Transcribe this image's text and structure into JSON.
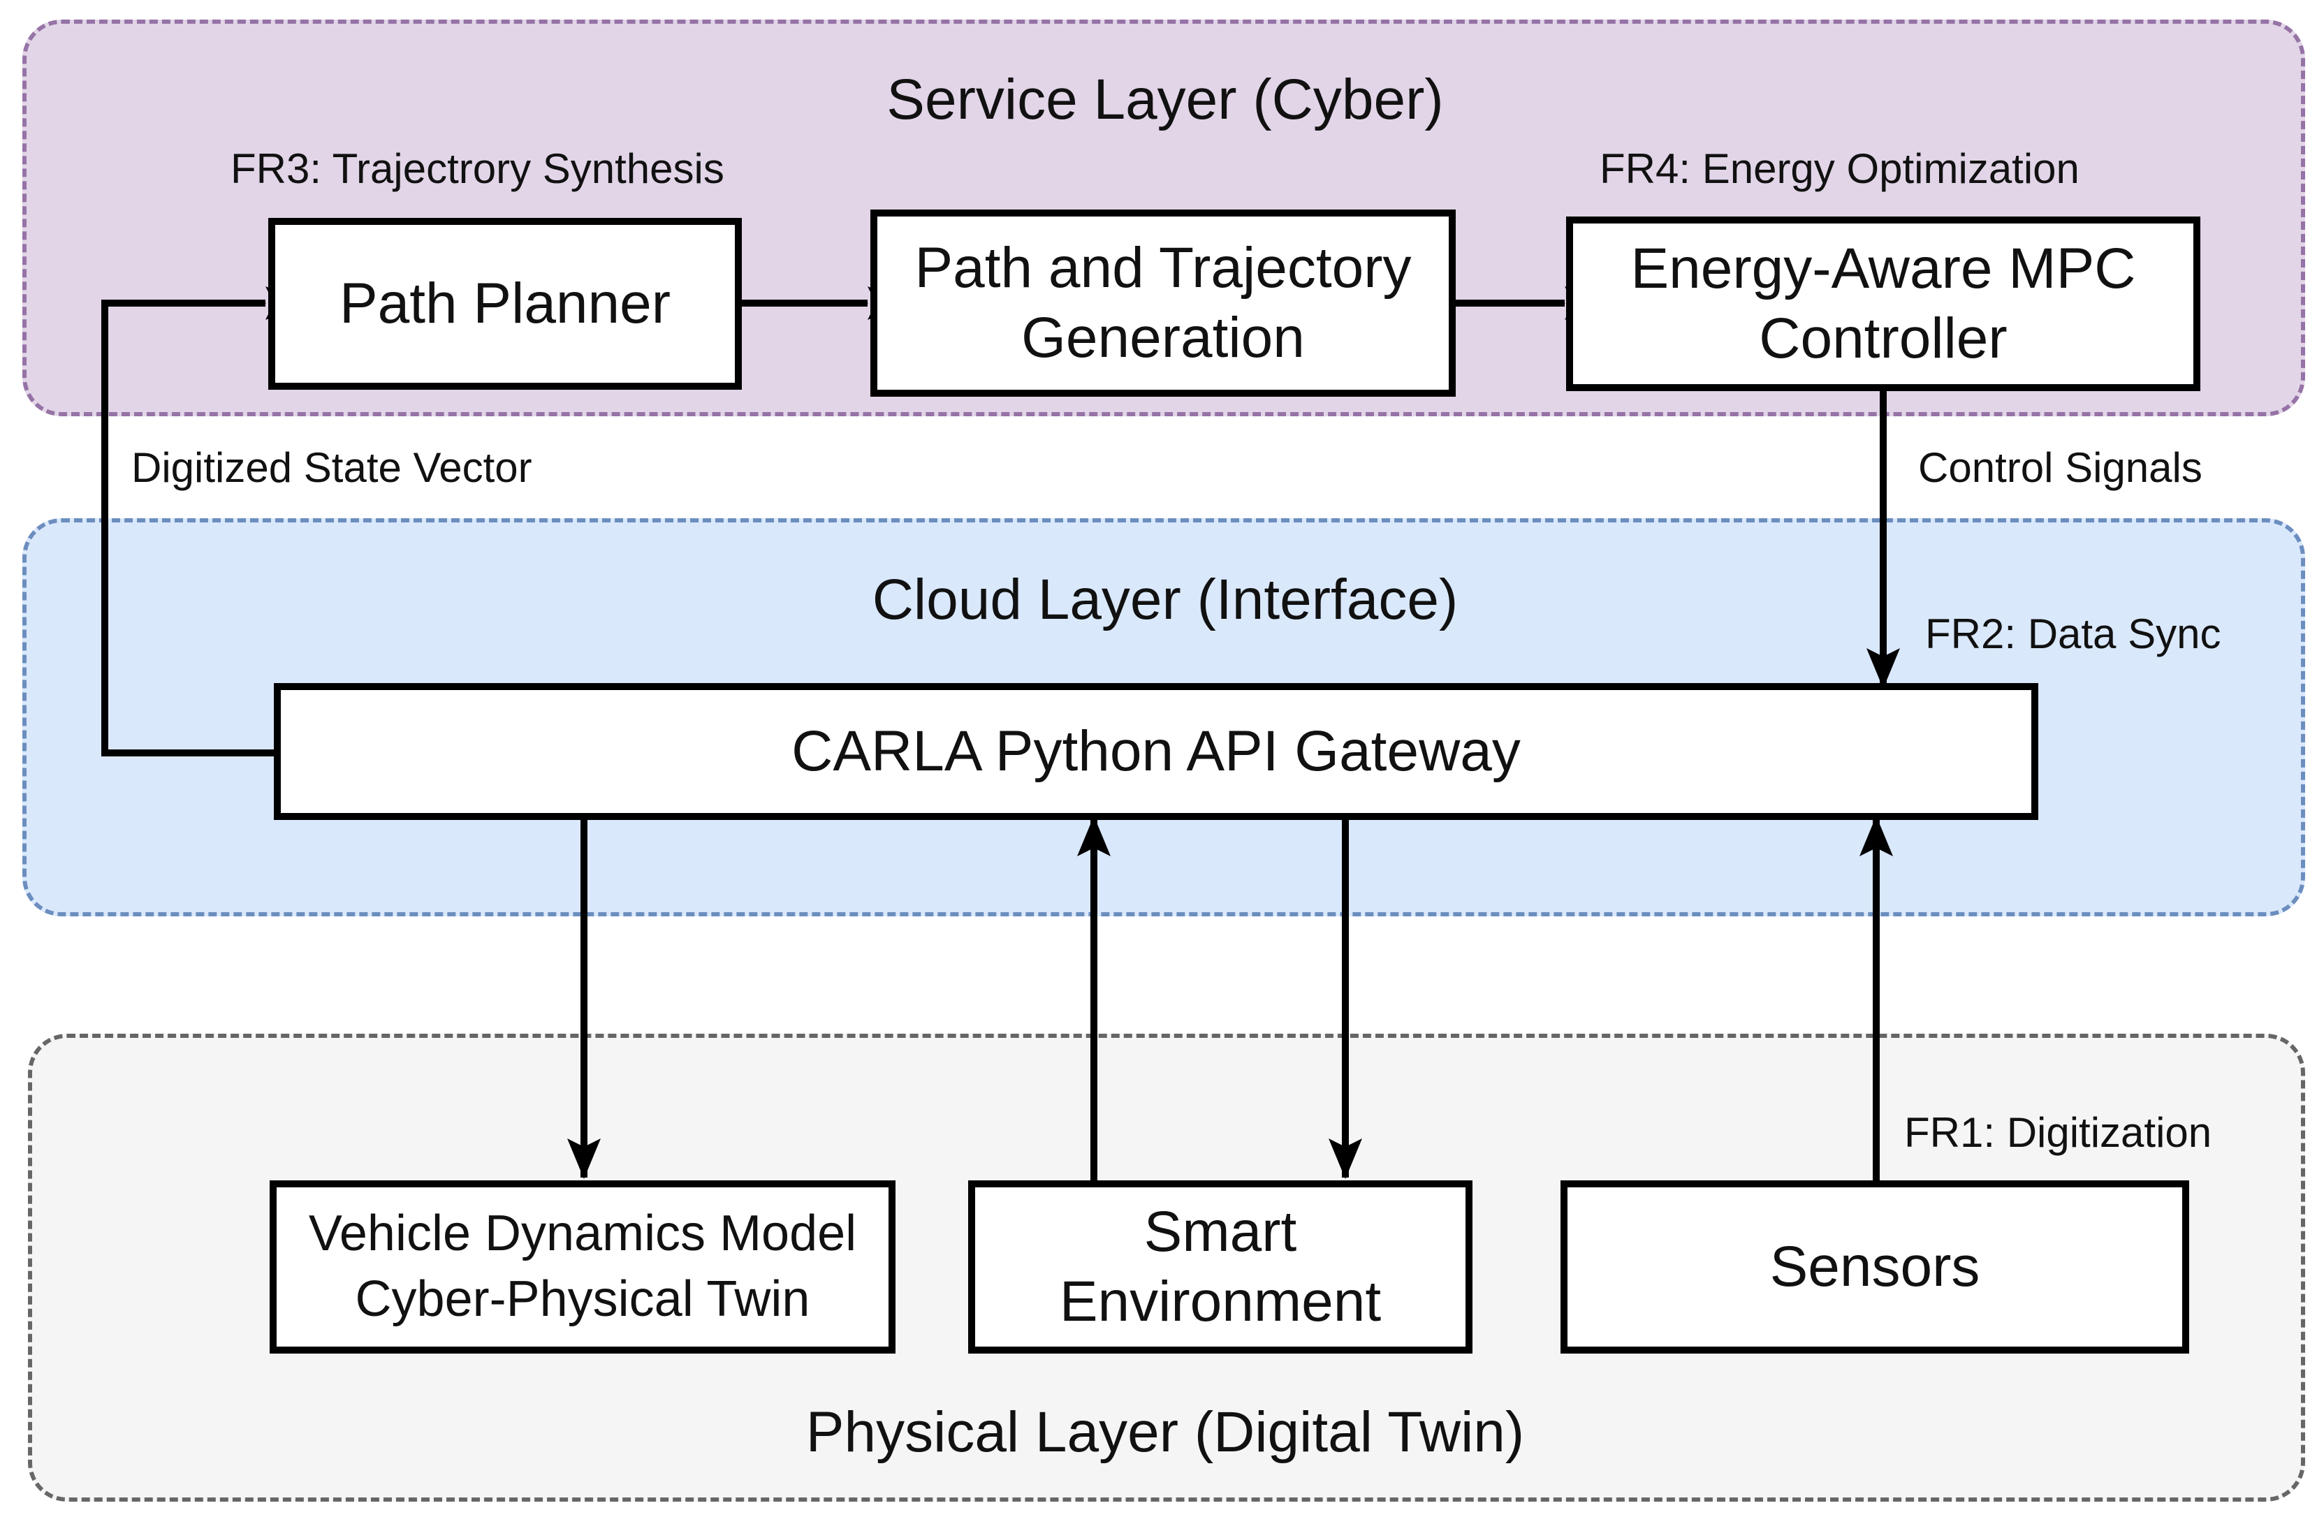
{
  "layers": {
    "service": "Service Layer (Cyber)",
    "cloud": "Cloud Layer (Interface)",
    "physical": "Physical Layer (Digital Twin)"
  },
  "requirements": {
    "fr1": "FR1: Digitization",
    "fr2": "FR2: Data Sync",
    "fr3": "FR3: Trajectrory Synthesis",
    "fr4": "FR4: Energy Optimization"
  },
  "blocks": {
    "path_planner": "Path Planner",
    "trajectory_generation": "Path and Trajectory\nGeneration",
    "mpc_controller": "Energy-Aware MPC\nController",
    "api_gateway": "CARLA Python API Gateway",
    "vehicle_model": "Vehicle Dynamics Model\nCyber-Physical Twin",
    "smart_environment": "Smart\nEnvironment",
    "sensors": "Sensors"
  },
  "signals": {
    "state_vector": "Digitized State Vector",
    "control_signals": "Control Signals"
  },
  "colors": {
    "service_fill": "#e1d5e7",
    "service_border": "#9673a6",
    "cloud_fill": "#dae8fc",
    "cloud_border": "#6c8ebf",
    "physical_fill": "#f5f5f5",
    "physical_border": "#666666"
  }
}
